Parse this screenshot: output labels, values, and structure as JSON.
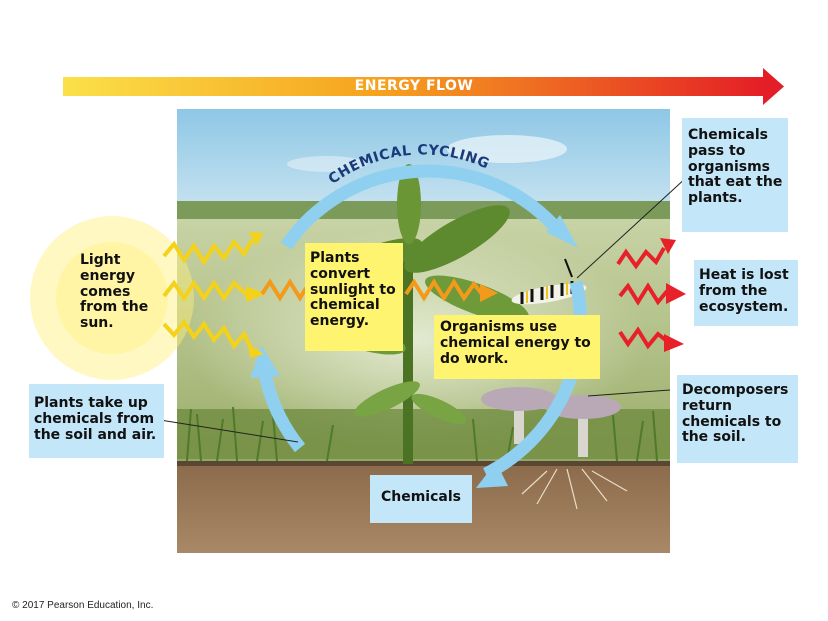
{
  "energy_flow": {
    "label": "ENERGY FLOW"
  },
  "chemical_cycling": {
    "label": "CHEMICAL CYCLING"
  },
  "light_energy": {
    "lines": [
      "Light",
      "energy",
      "comes",
      "from the",
      "sun."
    ]
  },
  "plants_convert": {
    "lines": [
      "Plants",
      "convert",
      "sunlight to",
      "chemical",
      "energy."
    ]
  },
  "organisms_use": {
    "lines": [
      "Organisms use",
      "chemical energy to",
      "do work."
    ]
  },
  "chemicals_pass": {
    "lines": [
      "Chemicals",
      "pass to",
      "organisms",
      "that eat the",
      "plants."
    ]
  },
  "heat_lost": {
    "lines": [
      "Heat is lost",
      "from the",
      "ecosystem."
    ]
  },
  "plants_take_up": {
    "lines": [
      "Plants take up",
      "chemicals from",
      "the soil and air."
    ]
  },
  "decomposers": {
    "lines": [
      "Decomposers",
      "return",
      "chemicals to",
      "the soil."
    ]
  },
  "chemicals_box": {
    "label": "Chemicals"
  },
  "copyright": {
    "text": "© 2017 Pearson Education, Inc."
  },
  "colors": {
    "callout_blue": "#c3e6f8",
    "callout_yellow": "#fff470",
    "cycle_arrow": "#8fd0f0",
    "heat_red": "#e8202a",
    "light_yellow": "#f5d21a",
    "energy_orange": "#f39a1a"
  }
}
